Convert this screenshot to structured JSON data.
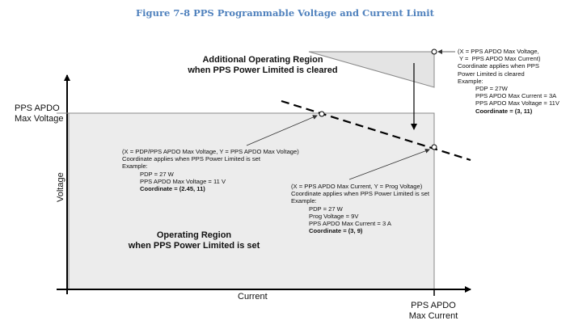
{
  "title": "Figure 7-8 PPS Programmable Voltage and Current Limit",
  "axes": {
    "y_label": "Voltage",
    "x_label": "Current",
    "y_max_label": [
      "PPS APDO",
      "Max Voltage"
    ],
    "x_max_label": [
      "PPS APDO",
      "Max Current"
    ]
  },
  "regions": {
    "additional": [
      "Additional Operating Region",
      "when PPS Power Limited is cleared"
    ],
    "operating": [
      "Operating Region",
      "when PPS Power Limited is set"
    ]
  },
  "notes": {
    "limited_cleared": {
      "lines": [
        "(X = PPS APDO Max Voltage,",
        " Y =  PPS APDO Max Current)",
        "Coordinate applies when PPS",
        "Power Limited is cleared",
        "Example:"
      ],
      "example": [
        "PDP = 27W",
        "PPS APDO Max Current = 3A",
        "PPS APDO Max Voltage = 11V"
      ],
      "coordinate": "Coordinate = (3, 11)"
    },
    "pdp_voltage": {
      "lines": [
        "(X = PDP/PPS APDO Max Voltage, Y =  PPS APDO Max Voltage)",
        "Coordinate applies when PPS Power Limited is set",
        "Example:"
      ],
      "example": [
        "PDP = 27 W",
        "PPS APDO Max Voltage = 11 V"
      ],
      "coordinate": "Coordinate = (2.45, 11)"
    },
    "prog_voltage": {
      "lines": [
        "(X = PPS APDO Max Current, Y =  Prog Voltage)",
        "Coordinate applies when PPS Power Limited is set",
        "Example:"
      ],
      "example": [
        "PDP = 27 W",
        "Prog Voltage = 9V",
        "PPS APDO Max Current = 3 A"
      ],
      "coordinate": "Coordinate = (3, 9)"
    }
  }
}
